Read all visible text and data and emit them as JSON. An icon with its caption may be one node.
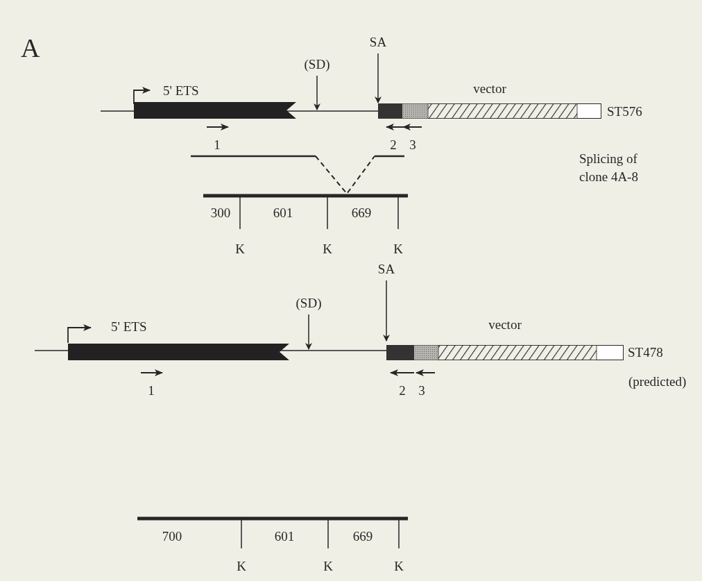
{
  "diagram": {
    "nodes": [
      {
        "text": [
          "5' ETS"
        ]
      },
      {
        "text": [
          "(SD)"
        ]
      },
      {
        "text": [
          "SA"
        ]
      },
      {
        "text": [
          "vector"
        ]
      },
      {
        "text": [
          "5' ETS"
        ]
      },
      {
        "text": [
          "(SD)"
        ]
      },
      {
        "text": [
          "SA"
        ]
      },
      {
        "text": [
          "vector"
        ]
      }
    ],
    "edges": [
      {
        "from": 1,
        "to": null,
        "arrow": "to"
      },
      {
        "from": 2,
        "to": 3,
        "arrow": "to"
      },
      {
        "from": 5,
        "to": null,
        "arrow": "to"
      },
      {
        "from": 6,
        "to": 7,
        "arrow": "to"
      }
    ],
    "labels": [
      "A",
      "ST576",
      "1",
      "2",
      "3",
      "Splicing of clone 4A-8",
      "300",
      "601",
      "669",
      "K",
      "K",
      "K",
      "ST478",
      "(predicted)",
      "1",
      "2",
      "3",
      "700",
      "601",
      "669",
      "K",
      "K",
      "K"
    ]
  }
}
